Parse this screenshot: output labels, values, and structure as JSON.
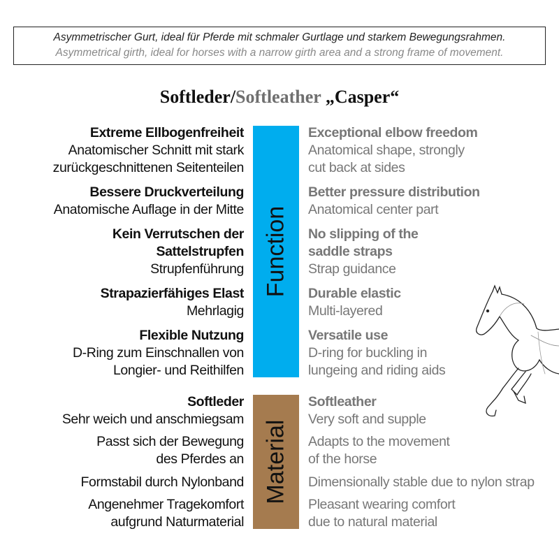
{
  "header": {
    "de": "Asymmetrischer Gurt, ideal für Pferde mit schmaler Gurtlage und starkem Bewegungsrahmen.",
    "en": "Asymmetrical girth, ideal for horses with a narrow girth area and a strong frame of movement."
  },
  "title": {
    "de": "Softleder/",
    "en": "Softleather",
    "name": " „Casper“"
  },
  "colors": {
    "function": "#00adee",
    "material": "#a57b4f"
  },
  "function": {
    "label": "Function",
    "items": [
      {
        "de_title": "Extreme Ellbogenfreiheit",
        "de_text": "Anatomischer Schnitt mit stark\nzurückgeschnittenen Seitenteilen",
        "en_title": "Exceptional elbow freedom",
        "en_text": "Anatomical shape, strongly\ncut back at sides"
      },
      {
        "de_title": "Bessere Druckverteilung",
        "de_text": "Anatomische Auflage in der Mitte",
        "en_title": "Better pressure distribution",
        "en_text": "Anatomical center part"
      },
      {
        "de_title": "Kein Verrutschen der\nSattelstrupfen",
        "de_text": "Strupfenführung",
        "en_title": "No slipping of the\nsaddle straps",
        "en_text": "Strap guidance"
      },
      {
        "de_title": "Strapazierfähiges Elast",
        "de_text": "Mehrlagig",
        "en_title": "Durable elastic",
        "en_text": "Multi-layered"
      },
      {
        "de_title": "Flexible Nutzung",
        "de_text": "D-Ring zum Einschnallen von\nLongier- und Reithilfen",
        "en_title": "Versatile use",
        "en_text": "D-ring for buckling in\nlungeing and riding aids"
      }
    ]
  },
  "material": {
    "label": "Material",
    "items": [
      {
        "de_title": "Softleder",
        "de_text": "Sehr weich und anschmiegsam",
        "en_title": "Softleather",
        "en_text": "Very soft and supple"
      },
      {
        "de_title": "",
        "de_text": "Passt sich der Bewegung\ndes Pferdes an",
        "en_title": "",
        "en_text": "Adapts to the movement\nof the horse"
      },
      {
        "de_title": "",
        "de_text": "Formstabil durch Nylonband",
        "en_title": "",
        "en_text": "Dimensionally stable due to nylon strap"
      },
      {
        "de_title": "",
        "de_text": "Angenehmer Tragekomfort\naufgrund Naturmaterial",
        "en_title": "",
        "en_text": "Pleasant wearing comfort\ndue to natural material"
      }
    ]
  }
}
